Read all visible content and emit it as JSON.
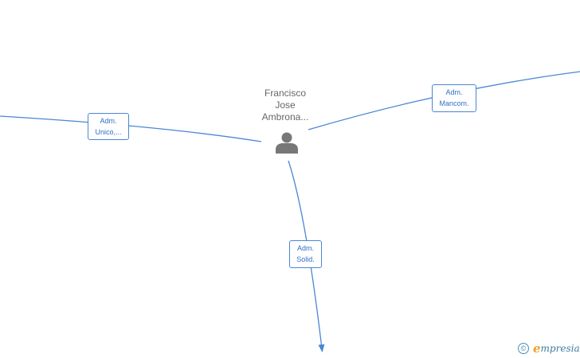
{
  "person": {
    "name_lines": [
      "Francisco",
      "Jose",
      "Ambrona..."
    ],
    "icon": "person-icon"
  },
  "relations": [
    {
      "lines": [
        "Adm.",
        "Unico,..."
      ]
    },
    {
      "lines": [
        "Adm.",
        "Mancom."
      ]
    },
    {
      "lines": [
        "Adm.",
        "Solid."
      ]
    }
  ],
  "watermark": {
    "symbol": "©",
    "brand_initial": "e",
    "brand_rest": "mpresia"
  },
  "colors": {
    "edge": "#4a86d4",
    "label_text": "#2f6fc6",
    "person_icon": "#777777",
    "name_text": "#666666"
  }
}
